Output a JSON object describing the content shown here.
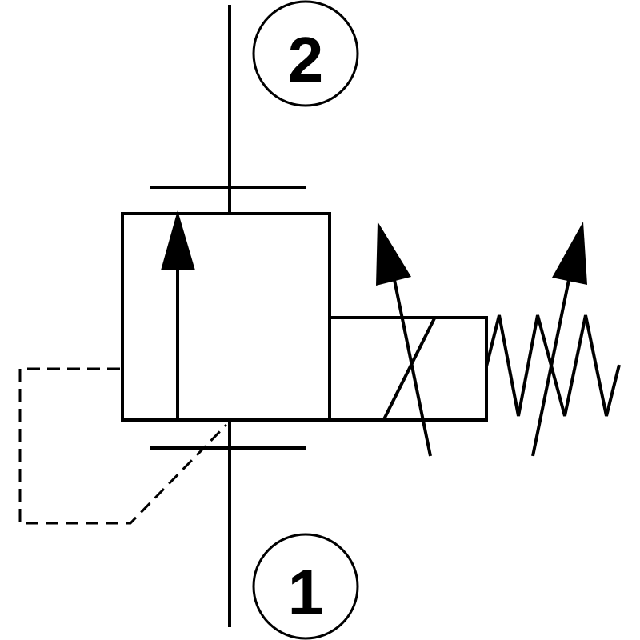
{
  "ports": {
    "top": {
      "label": "2"
    },
    "bottom": {
      "label": "1"
    }
  },
  "colors": {
    "stroke": "#000000",
    "background": "#ffffff"
  },
  "symbols": {
    "valve": "spool-valve-body",
    "solenoid": "proportional-solenoid-icon",
    "spring": "adjustable-spring-icon",
    "pilot": "pilot-line"
  }
}
